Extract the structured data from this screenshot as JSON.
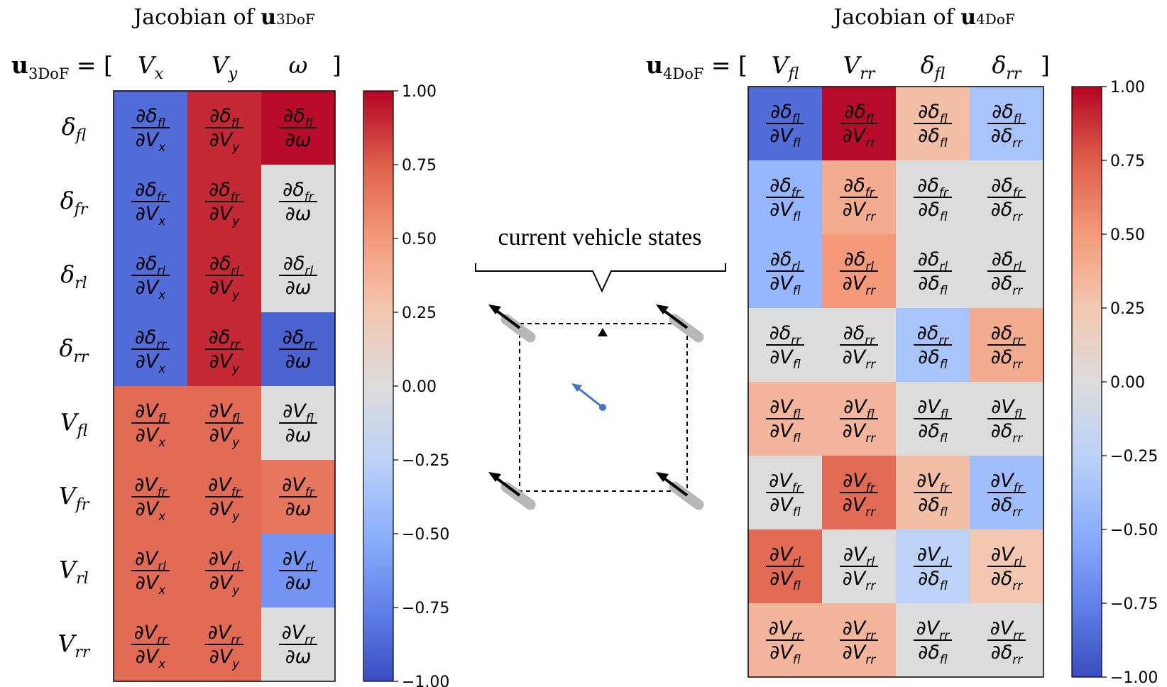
{
  "caption": "current vehicle states",
  "colorbar": {
    "ticks": [
      "1.00",
      "0.75",
      "0.50",
      "0.25",
      "0.00",
      "−0.25",
      "−0.50",
      "−0.75",
      "−1.00"
    ],
    "tick_values": [
      1.0,
      0.75,
      0.5,
      0.25,
      0.0,
      -0.25,
      -0.5,
      -0.75,
      -1.0
    ]
  },
  "chart_data": [
    {
      "type": "heatmap",
      "title": "Jacobian of u3DoF",
      "title_text": "Jacobian of ",
      "title_vec": "u",
      "title_sub": "3DoF",
      "vector_name": "u",
      "vector_sub": "3DoF",
      "columns": [
        {
          "sym": "V",
          "sub": "x"
        },
        {
          "sym": "V",
          "sub": "y"
        },
        {
          "sym": "ω",
          "sub": ""
        }
      ],
      "rows": [
        {
          "sym": "δ",
          "sub": "fl"
        },
        {
          "sym": "δ",
          "sub": "fr"
        },
        {
          "sym": "δ",
          "sub": "rl"
        },
        {
          "sym": "δ",
          "sub": "rr"
        },
        {
          "sym": "V",
          "sub": "fl"
        },
        {
          "sym": "V",
          "sub": "fr"
        },
        {
          "sym": "V",
          "sub": "rl"
        },
        {
          "sym": "V",
          "sub": "rr"
        }
      ],
      "values": [
        [
          -0.85,
          0.9,
          0.98
        ],
        [
          -0.85,
          0.9,
          0.0
        ],
        [
          -0.85,
          0.9,
          0.0
        ],
        [
          -0.85,
          0.9,
          -0.9
        ],
        [
          0.7,
          0.7,
          0.0
        ],
        [
          0.7,
          0.7,
          0.65
        ],
        [
          0.7,
          0.7,
          -0.65
        ],
        [
          0.7,
          0.7,
          0.0
        ]
      ],
      "vmin": -1,
      "vmax": 1,
      "colormap": "coolwarm"
    },
    {
      "type": "heatmap",
      "title": "Jacobian of u4DoF",
      "title_text": "Jacobian of ",
      "title_vec": "u",
      "title_sub": "4DoF",
      "vector_name": "u",
      "vector_sub": "4DoF",
      "columns": [
        {
          "sym": "V",
          "sub": "fl"
        },
        {
          "sym": "V",
          "sub": "rr"
        },
        {
          "sym": "δ",
          "sub": "fl"
        },
        {
          "sym": "δ",
          "sub": "rr"
        }
      ],
      "rows": [
        {
          "sym": "δ",
          "sub": "fl"
        },
        {
          "sym": "δ",
          "sub": "fr"
        },
        {
          "sym": "δ",
          "sub": "rl"
        },
        {
          "sym": "δ",
          "sub": "rr"
        },
        {
          "sym": "V",
          "sub": "fl"
        },
        {
          "sym": "V",
          "sub": "fr"
        },
        {
          "sym": "V",
          "sub": "rl"
        },
        {
          "sym": "V",
          "sub": "rr"
        }
      ],
      "values": [
        [
          -0.85,
          0.98,
          0.3,
          -0.35
        ],
        [
          -0.45,
          0.4,
          0.0,
          0.0
        ],
        [
          -0.45,
          0.5,
          0.0,
          0.0
        ],
        [
          0.0,
          0.0,
          -0.35,
          0.4
        ],
        [
          0.35,
          0.35,
          0.0,
          0.0
        ],
        [
          0.0,
          0.7,
          0.3,
          -0.4
        ],
        [
          0.7,
          0.0,
          -0.25,
          0.25
        ],
        [
          0.35,
          0.35,
          0.0,
          0.0
        ]
      ],
      "vmin": -1,
      "vmax": 1,
      "colormap": "coolwarm"
    }
  ]
}
